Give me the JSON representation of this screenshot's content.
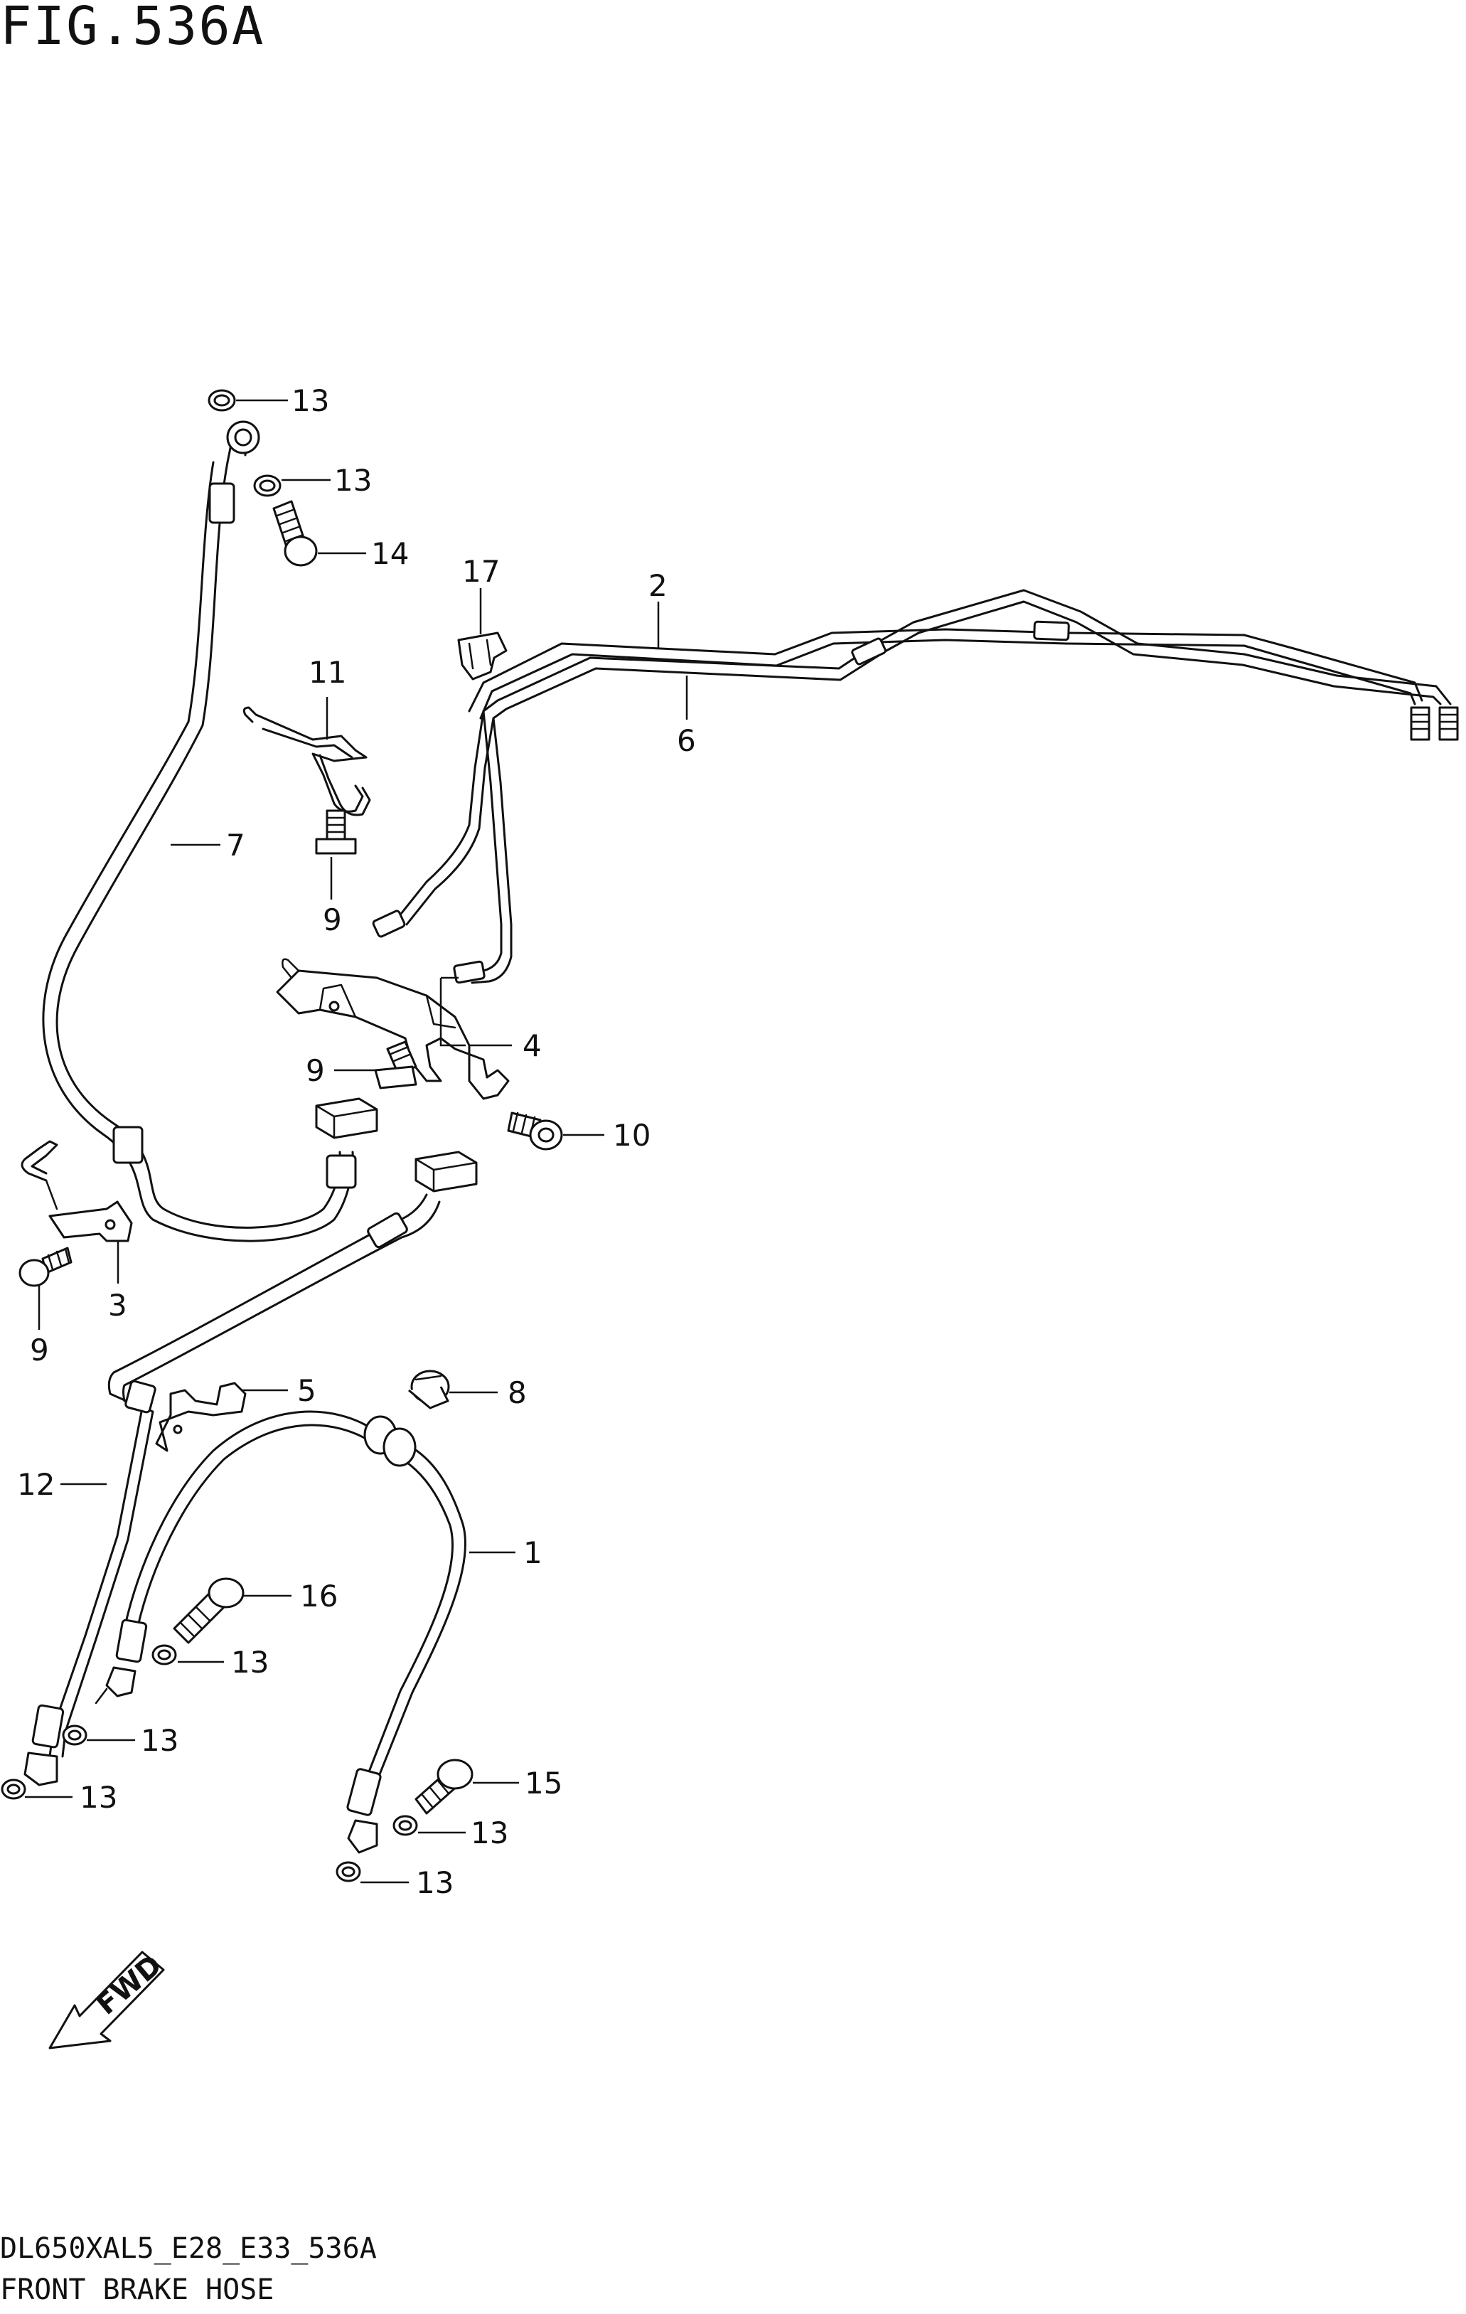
{
  "figure": {
    "title": "FIG.536A",
    "model_code": "DL650XAL5_E28_E33_536A",
    "caption": "FRONT BRAKE HOSE",
    "direction_label": "FWD"
  },
  "callouts": [
    {
      "id": "c13a",
      "label": "13"
    },
    {
      "id": "c13b",
      "label": "13"
    },
    {
      "id": "c14",
      "label": "14"
    },
    {
      "id": "c17",
      "label": "17"
    },
    {
      "id": "c2",
      "label": "2"
    },
    {
      "id": "c6",
      "label": "6"
    },
    {
      "id": "c11",
      "label": "11"
    },
    {
      "id": "c7",
      "label": "7"
    },
    {
      "id": "c9a",
      "label": "9"
    },
    {
      "id": "c4",
      "label": "4"
    },
    {
      "id": "c9b",
      "label": "9"
    },
    {
      "id": "c10",
      "label": "10"
    },
    {
      "id": "c3",
      "label": "3"
    },
    {
      "id": "c9c",
      "label": "9"
    },
    {
      "id": "c5",
      "label": "5"
    },
    {
      "id": "c8",
      "label": "8"
    },
    {
      "id": "c12",
      "label": "12"
    },
    {
      "id": "c1",
      "label": "1"
    },
    {
      "id": "c16",
      "label": "16"
    },
    {
      "id": "c13c",
      "label": "13"
    },
    {
      "id": "c13d",
      "label": "13"
    },
    {
      "id": "c13e",
      "label": "13"
    },
    {
      "id": "c15",
      "label": "15"
    },
    {
      "id": "c13f",
      "label": "13"
    },
    {
      "id": "c13g",
      "label": "13"
    }
  ]
}
